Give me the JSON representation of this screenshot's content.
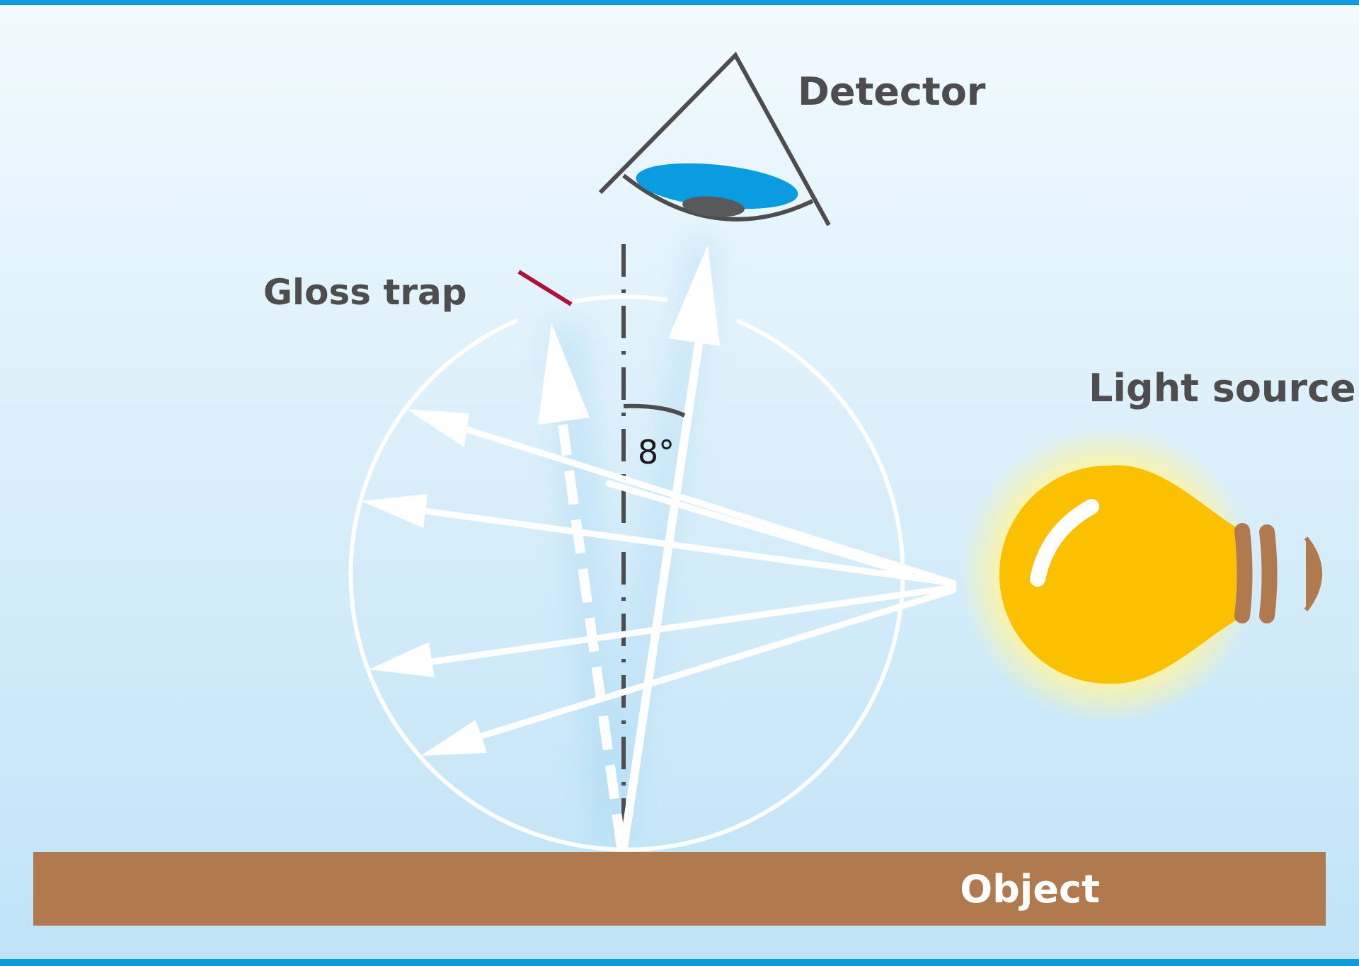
{
  "labels": {
    "detector": "Detector",
    "gloss_trap": "Gloss trap",
    "light_source": "Light source",
    "angle": "8°",
    "object": "Object"
  },
  "colors": {
    "background_top": "#f2fafe",
    "background_bottom": "#bfe3f7",
    "border": "#0e9bdc",
    "object": "#b07a4e",
    "bulb": "#fbc000",
    "bulb_glow": "#fff5a0",
    "bulb_base": "#b07a4e",
    "detector_eye": "#0a9be0",
    "detector_pupil": "#58595b",
    "gloss_trap": "#b0103a",
    "rays": "#ffffff",
    "axis": "#4d4d4f",
    "text": "#4d4d4f"
  },
  "icons": [
    "detector-eye-icon",
    "light-bulb-icon"
  ]
}
